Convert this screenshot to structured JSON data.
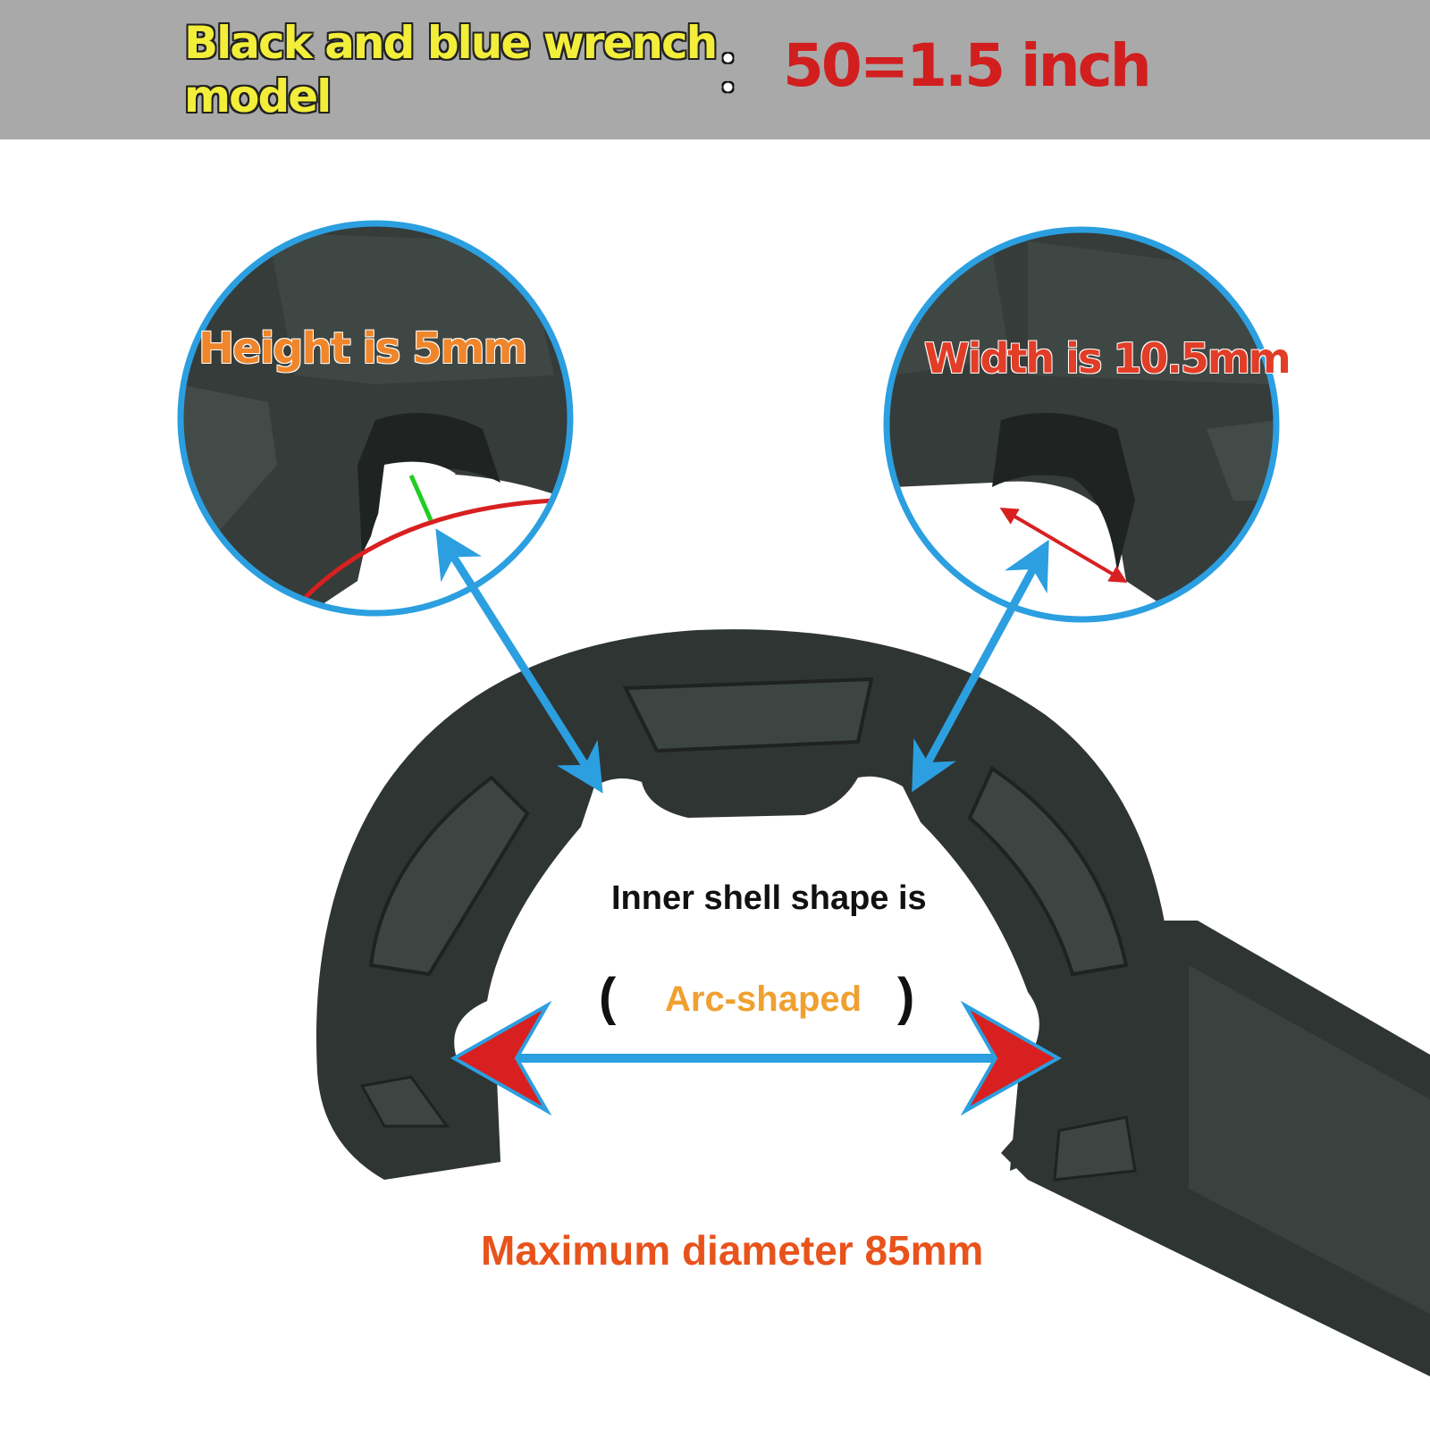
{
  "header": {
    "model_label": "Black and blue wrench model",
    "separator": "：",
    "size_label": "50=1.5 inch"
  },
  "callouts": {
    "height": "Height is 5mm",
    "width": "Width is 10.5mm",
    "inner_shell": "Inner shell shape is",
    "paren_open": "(",
    "arc_shaped": "Arc-shaped",
    "paren_close": ")",
    "max_diameter": "Maximum diameter 85mm"
  },
  "colors": {
    "banner_bg": "#a9a9a9",
    "model_text": "#f2ee3a",
    "size_text": "#d11f1f",
    "callout_blue": "#2b9fe0",
    "wrench_body": "#2f3532",
    "height_text": "#f0862b",
    "width_text": "#e23d27",
    "arc_text": "#f0a030",
    "diameter_text": "#e8531c"
  },
  "icons": [
    "blue-arrow-icon",
    "red-arrowhead-icon",
    "zoom-circle-icon"
  ]
}
